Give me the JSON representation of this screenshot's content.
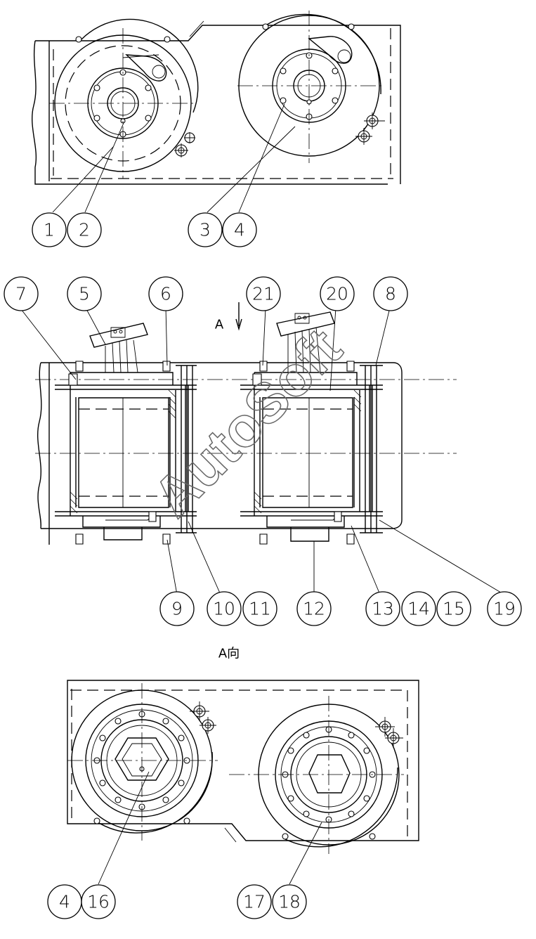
{
  "drawing": {
    "view_arrow_label": "A",
    "view_title": "A向",
    "watermark": "AutoSoft"
  },
  "callouts": [
    {
      "id": "1",
      "label": "1"
    },
    {
      "id": "2",
      "label": "2"
    },
    {
      "id": "3",
      "label": "3"
    },
    {
      "id": "4",
      "label": "4"
    },
    {
      "id": "7",
      "label": "7"
    },
    {
      "id": "5",
      "label": "5"
    },
    {
      "id": "6",
      "label": "6"
    },
    {
      "id": "21",
      "label": "21"
    },
    {
      "id": "20",
      "label": "20"
    },
    {
      "id": "8",
      "label": "8"
    },
    {
      "id": "9",
      "label": "9"
    },
    {
      "id": "10",
      "label": "10"
    },
    {
      "id": "11",
      "label": "11"
    },
    {
      "id": "12",
      "label": "12"
    },
    {
      "id": "13",
      "label": "13"
    },
    {
      "id": "14",
      "label": "14"
    },
    {
      "id": "15",
      "label": "15"
    },
    {
      "id": "19",
      "label": "19"
    },
    {
      "id": "4b",
      "label": "4"
    },
    {
      "id": "16",
      "label": "16"
    },
    {
      "id": "17",
      "label": "17"
    },
    {
      "id": "18",
      "label": "18"
    }
  ]
}
